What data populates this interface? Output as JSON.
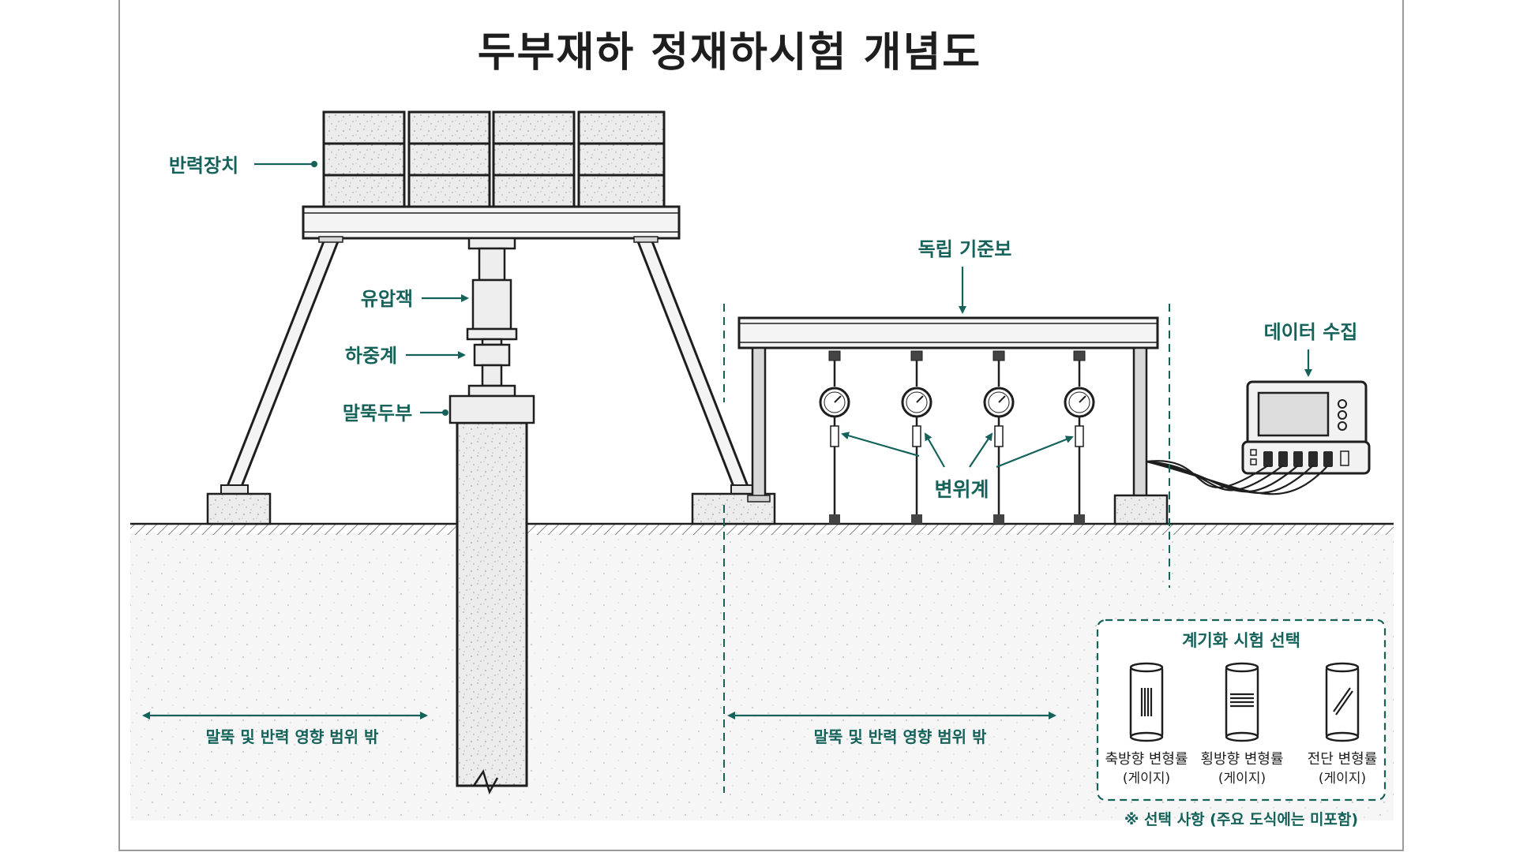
{
  "title": "두부재하 정재하시험 개념도",
  "labels": {
    "reaction": "반력장치",
    "jack": "유압잭",
    "loadcell": "하중계",
    "pilehead": "말뚝두부",
    "beam": "독립 기준보",
    "dial": "변위계",
    "data": "데이터 수집",
    "range_left": "말뚝 및 반력 영향 범위 밖",
    "range_right": "말뚝 및 반력 영향 범위 밖"
  },
  "legend": {
    "title": "계기화 시험 선택",
    "items": [
      {
        "line1": "축방향 변형률",
        "line2": "(게이지)"
      },
      {
        "line1": "횡방향 변형률",
        "line2": "(게이지)"
      },
      {
        "line1": "전단 변형률",
        "line2": "(게이지)"
      }
    ],
    "note": "※ 선택 사항 (주요 도식에는 미포함)"
  },
  "colors": {
    "accent": "#14625a",
    "line": "#1e1e1e",
    "gauge": "#14625a"
  }
}
